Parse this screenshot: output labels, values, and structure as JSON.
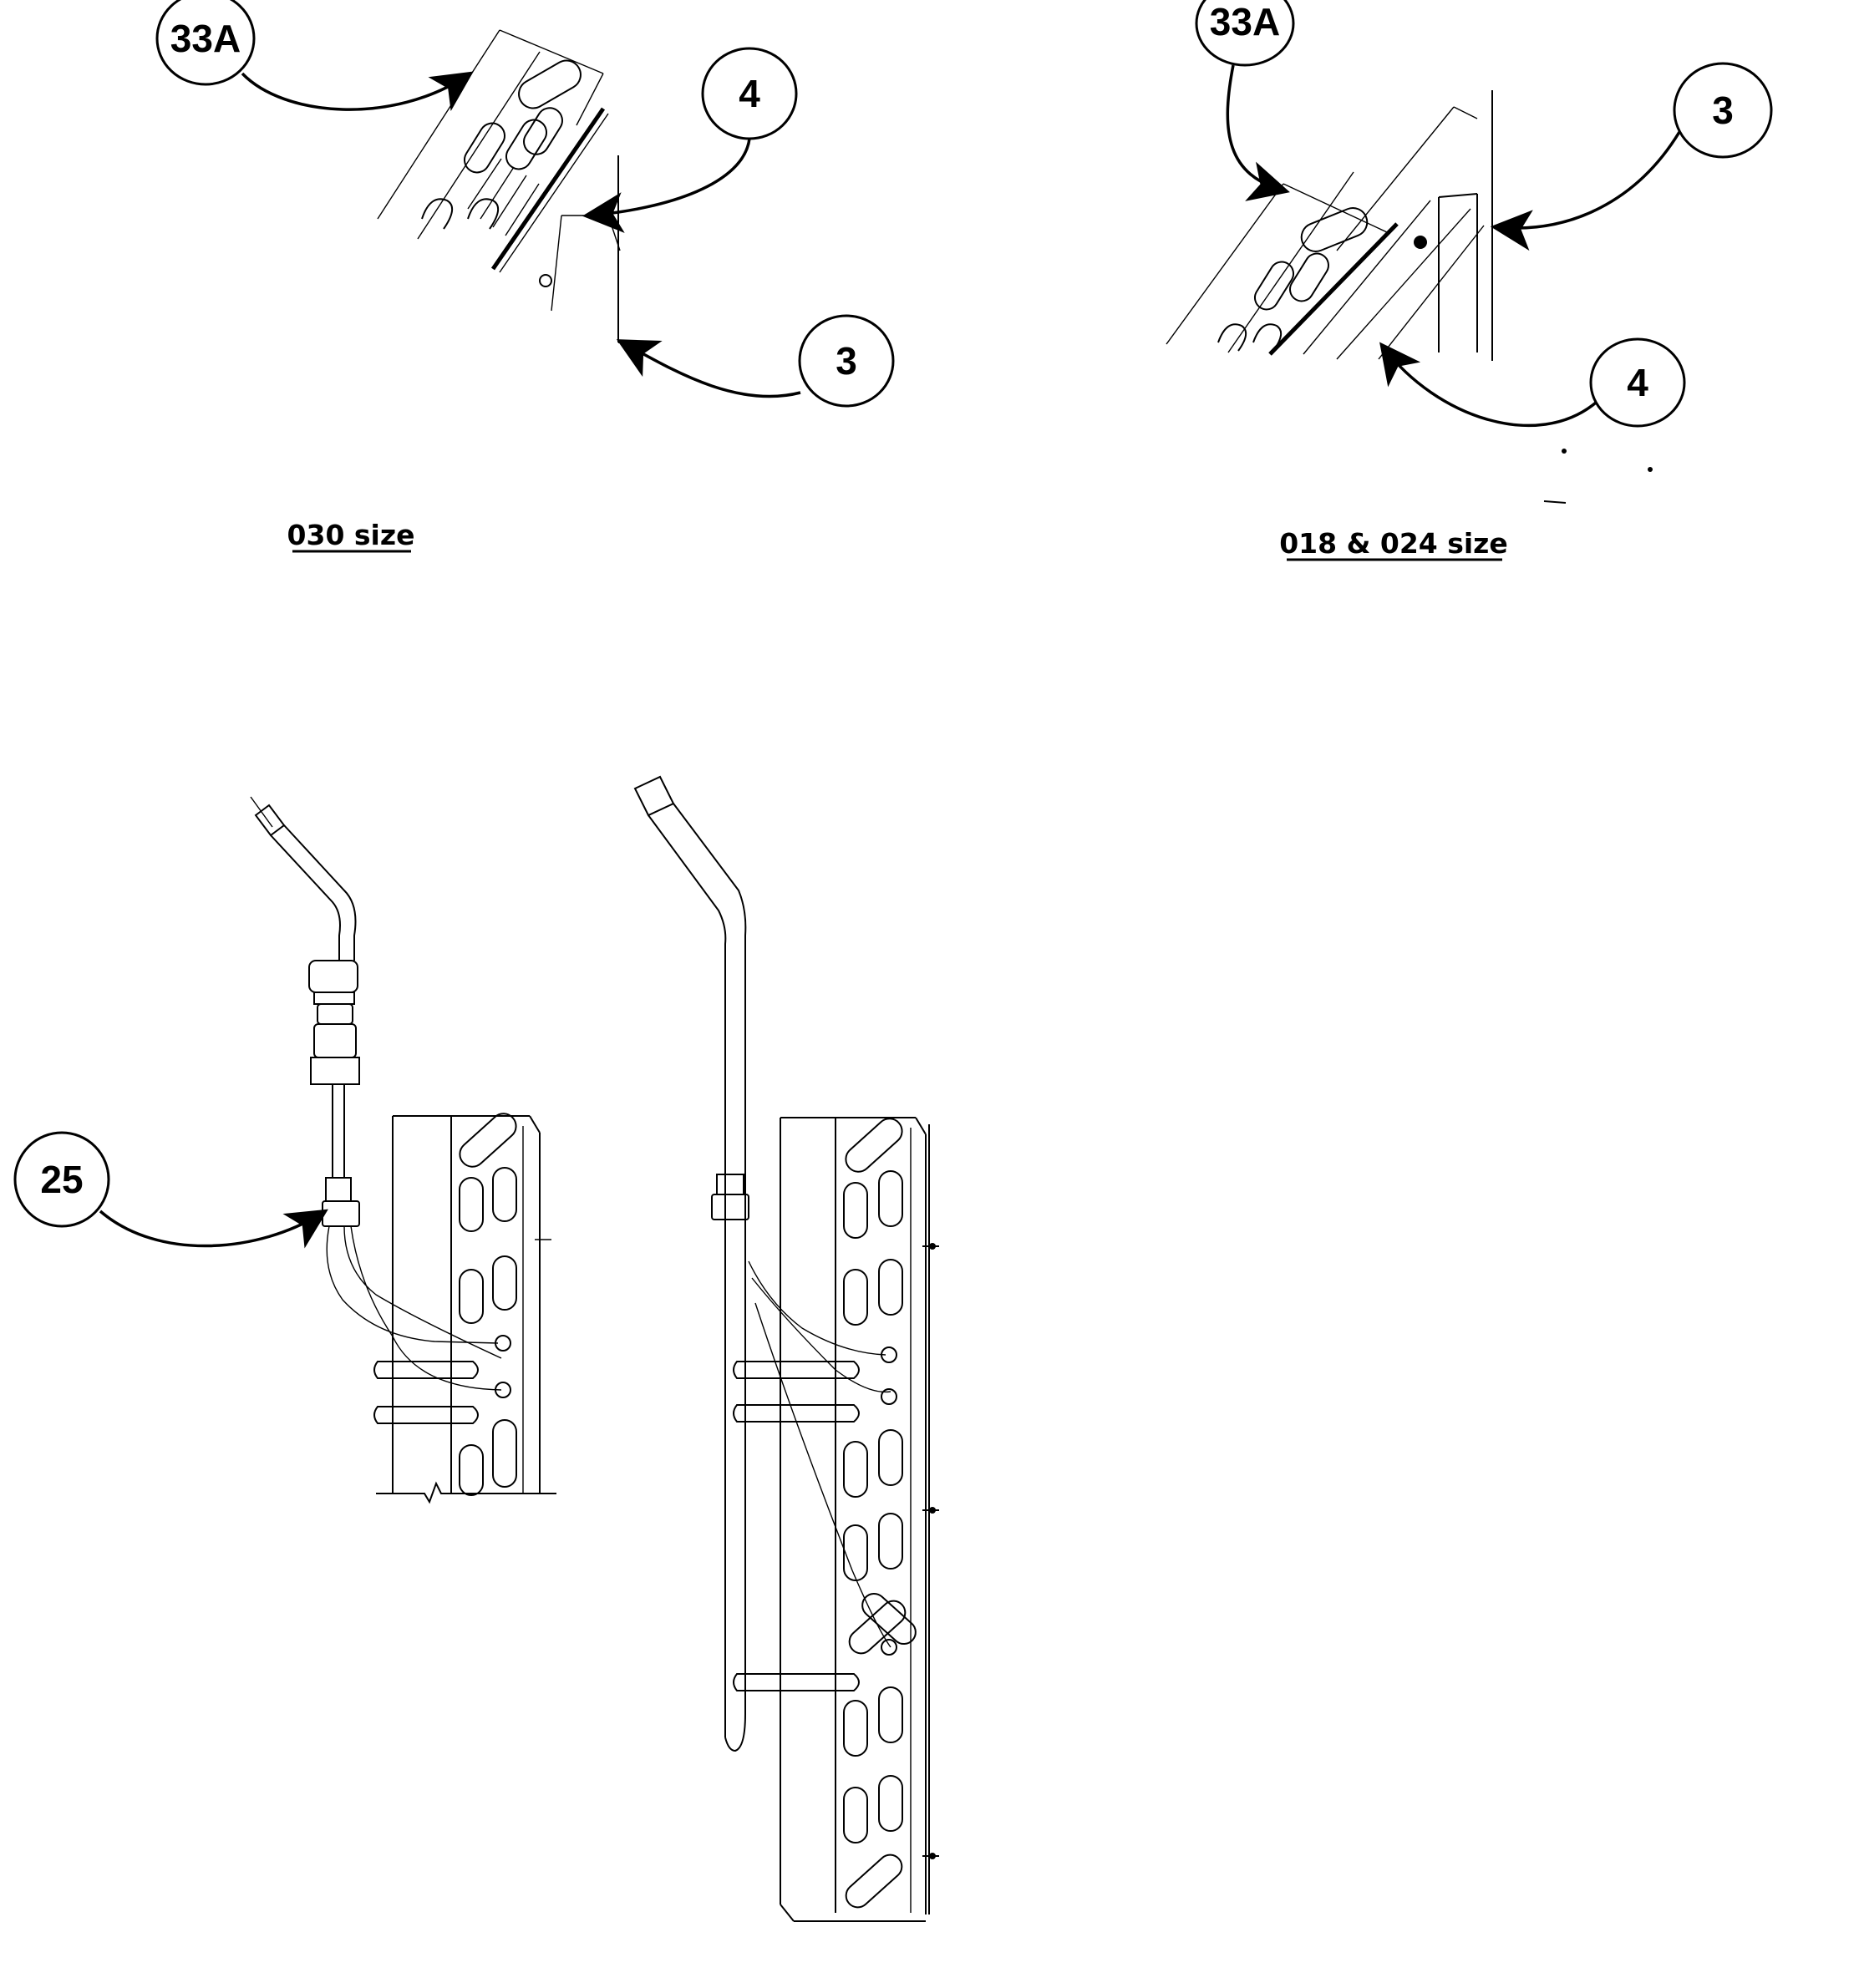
{
  "callouts": {
    "c33a_left": "33A",
    "c4_left": "4",
    "c3_left": "3",
    "c33a_right": "33A",
    "c3_right": "3",
    "c4_right": "4",
    "c25": "25"
  },
  "captions": {
    "size_030": "030 size",
    "size_018_024": "018 & 024 size"
  }
}
